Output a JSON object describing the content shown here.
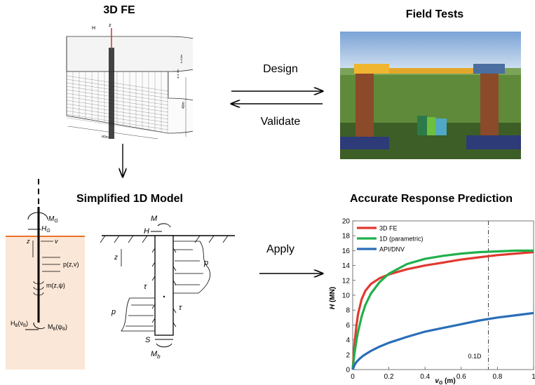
{
  "headings": {
    "fe3d": "3D FE",
    "field": "Field Tests",
    "simplified": "Simplified 1D Model",
    "accurate": "Accurate Response Prediction"
  },
  "arrows": {
    "design": "Design",
    "validate": "Validate",
    "apply": "Apply"
  },
  "fe_mesh_labels": {
    "h": "H",
    "z": "z",
    "dim_bottom": "60m",
    "dim_right": "40m",
    "dim_top1": "h=10m",
    "dim_top2": "d=1.5m"
  },
  "model1d_labels": {
    "MG": "M",
    "MG_sub": "G",
    "HG": "H",
    "HG_sub": "G",
    "z": "z",
    "v": "v",
    "p": "p(z,v)",
    "m": "m(z,ψ)",
    "HB": "H",
    "HB_sub": "B",
    "HB_arg": "(v",
    "HB_arg_sub": "B",
    "HB_close": ")",
    "MB": "M",
    "MB_sub": "B",
    "MB_arg": "(ψ",
    "MB_arg_sub": "B",
    "MB_close": ")"
  },
  "pile_labels": {
    "M": "M",
    "H": "H",
    "z": "z",
    "tau1": "τ",
    "tau2": "τ",
    "p_right": "p",
    "p_left": "p",
    "S": "S",
    "Mb": "M",
    "Mb_sub": "b"
  },
  "colors": {
    "fe": "#e03a30",
    "oned": "#1fb04b",
    "api": "#2a6eb8",
    "soil": "#fbe7d7",
    "ground": "#e8742a"
  },
  "chart_data": {
    "type": "line",
    "xlabel": "v",
    "xlabel_sub": "G",
    "xlabel_unit": " (m)",
    "ylabel": "H",
    "ylabel_unit": " (MN)",
    "xlim": [
      0,
      1
    ],
    "ylim": [
      0,
      20
    ],
    "x_ticks": [
      "0",
      "0.2",
      "0.4",
      "0.6",
      "0.8",
      "1"
    ],
    "y_ticks": [
      "0",
      "2",
      "4",
      "6",
      "8",
      "10",
      "12",
      "14",
      "16",
      "18",
      "20"
    ],
    "vline": {
      "x": 0.75,
      "label": "0.1D"
    },
    "legend_position": "top-left",
    "grid": false,
    "series": [
      {
        "name": "3D FE",
        "color": "#e03a30",
        "x": [
          0,
          0.01,
          0.02,
          0.03,
          0.05,
          0.07,
          0.1,
          0.15,
          0.2,
          0.3,
          0.4,
          0.5,
          0.6,
          0.7,
          0.8,
          0.9,
          1.0
        ],
        "y": [
          0,
          3.5,
          5.8,
          7.5,
          9.5,
          10.6,
          11.5,
          12.3,
          12.8,
          13.5,
          14.0,
          14.4,
          14.8,
          15.1,
          15.4,
          15.6,
          15.8
        ]
      },
      {
        "name": "1D (parametric)",
        "color": "#1fb04b",
        "x": [
          0,
          0.01,
          0.02,
          0.03,
          0.05,
          0.07,
          0.1,
          0.15,
          0.2,
          0.3,
          0.4,
          0.5,
          0.6,
          0.7,
          0.8,
          0.9,
          1.0
        ],
        "y": [
          0,
          2.2,
          3.8,
          5.1,
          7.2,
          8.7,
          10.2,
          11.8,
          12.9,
          14.2,
          14.9,
          15.3,
          15.6,
          15.8,
          15.9,
          16.0,
          16.0
        ]
      },
      {
        "name": "API/DNV",
        "color": "#2a6eb8",
        "x": [
          0,
          0.01,
          0.02,
          0.04,
          0.06,
          0.1,
          0.15,
          0.2,
          0.3,
          0.4,
          0.5,
          0.6,
          0.7,
          0.8,
          0.9,
          1.0
        ],
        "y": [
          0,
          0.6,
          1.0,
          1.5,
          1.9,
          2.5,
          3.1,
          3.6,
          4.4,
          5.1,
          5.6,
          6.1,
          6.6,
          7.0,
          7.3,
          7.6
        ]
      }
    ]
  }
}
